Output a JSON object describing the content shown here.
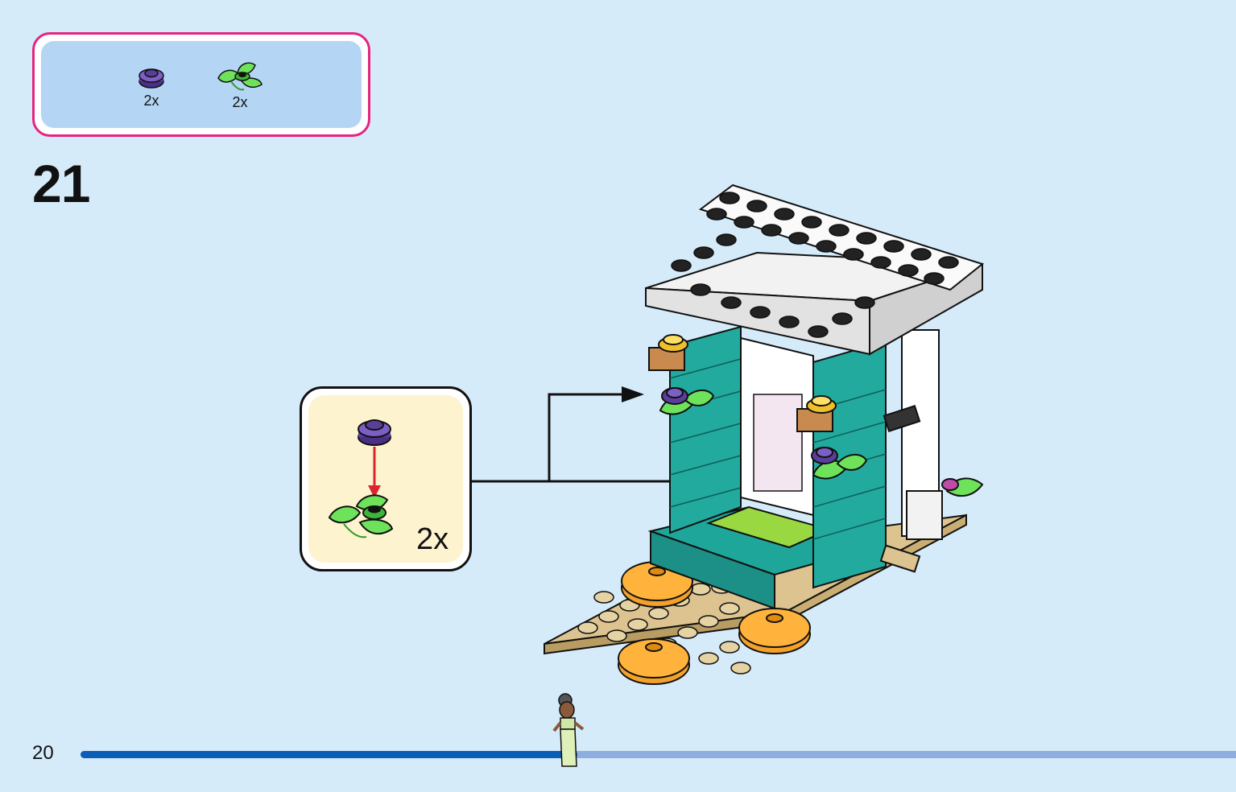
{
  "parts_list": {
    "items": [
      {
        "icon": "purple-round-plate-icon",
        "quantity": "2x",
        "color": "#5a3e9c"
      },
      {
        "icon": "green-leaf-piece-icon",
        "quantity": "2x",
        "color": "#5fd14a"
      }
    ]
  },
  "step": {
    "number": "21"
  },
  "sub_assembly": {
    "quantity": "2x"
  },
  "page": {
    "number": "20",
    "progress": 0.43
  },
  "colors": {
    "background": "#d6ebfa",
    "parts_box_border": "#e6247f",
    "progress_done": "#0a5fb5",
    "progress_remaining": "#8eaee0"
  }
}
